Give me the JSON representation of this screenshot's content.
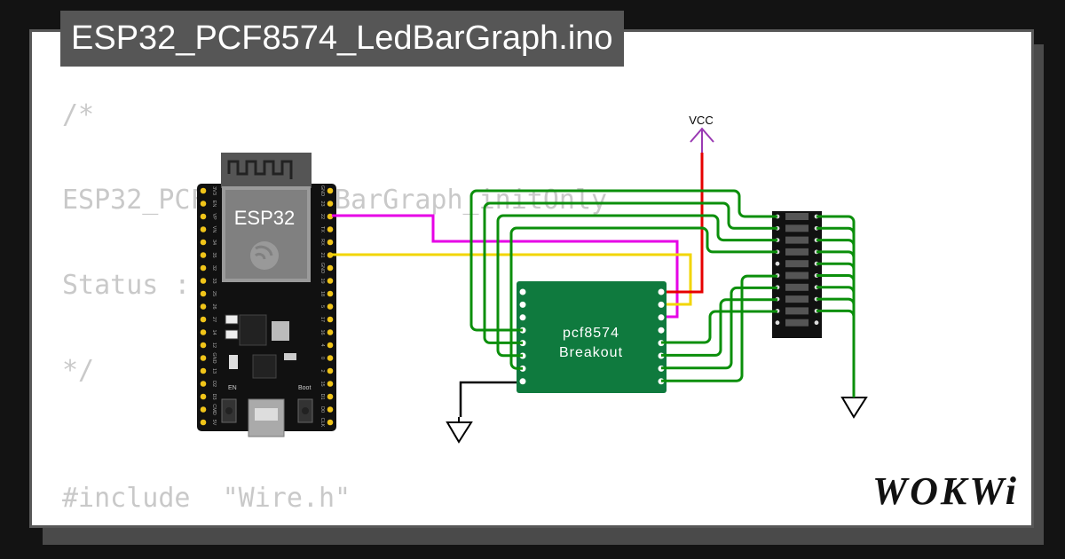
{
  "title": "ESP32_PCF8574_LedBarGraph.ino",
  "code_lines": [
    "/*",
    "",
    "ESP32_PCF8574_LedBarGraph_initOnly",
    "",
    "Status :",
    "",
    "*/",
    "",
    "",
    "#include  \"Wire.h\""
  ],
  "esp32": {
    "label": "ESP32",
    "left_pins": [
      "3V3",
      "EN",
      "VP",
      "VN",
      "34",
      "35",
      "32",
      "33",
      "25",
      "26",
      "27",
      "14",
      "12",
      "GND",
      "13",
      "D2",
      "D3",
      "CMD",
      "5V"
    ],
    "right_pins": [
      "GND",
      "23",
      "22",
      "TX",
      "RX",
      "21",
      "GND",
      "19",
      "18",
      "5",
      "17",
      "16",
      "4",
      "0",
      "2",
      "15",
      "D1",
      "D0",
      "CLK"
    ],
    "buttons": [
      "EN",
      "Boot"
    ]
  },
  "pcf8574": {
    "label_line1": "pcf8574",
    "label_line2": "Breakout"
  },
  "vcc_label": "VCC",
  "logo": "WOKWi",
  "colors": {
    "wire_green": "#0b8f0b",
    "wire_red": "#e60000",
    "wire_magenta": "#e600e6",
    "wire_yellow": "#f2d500",
    "wire_black": "#000000",
    "vcc_purple": "#9a3ab3",
    "board_green": "#0f7a3e"
  }
}
